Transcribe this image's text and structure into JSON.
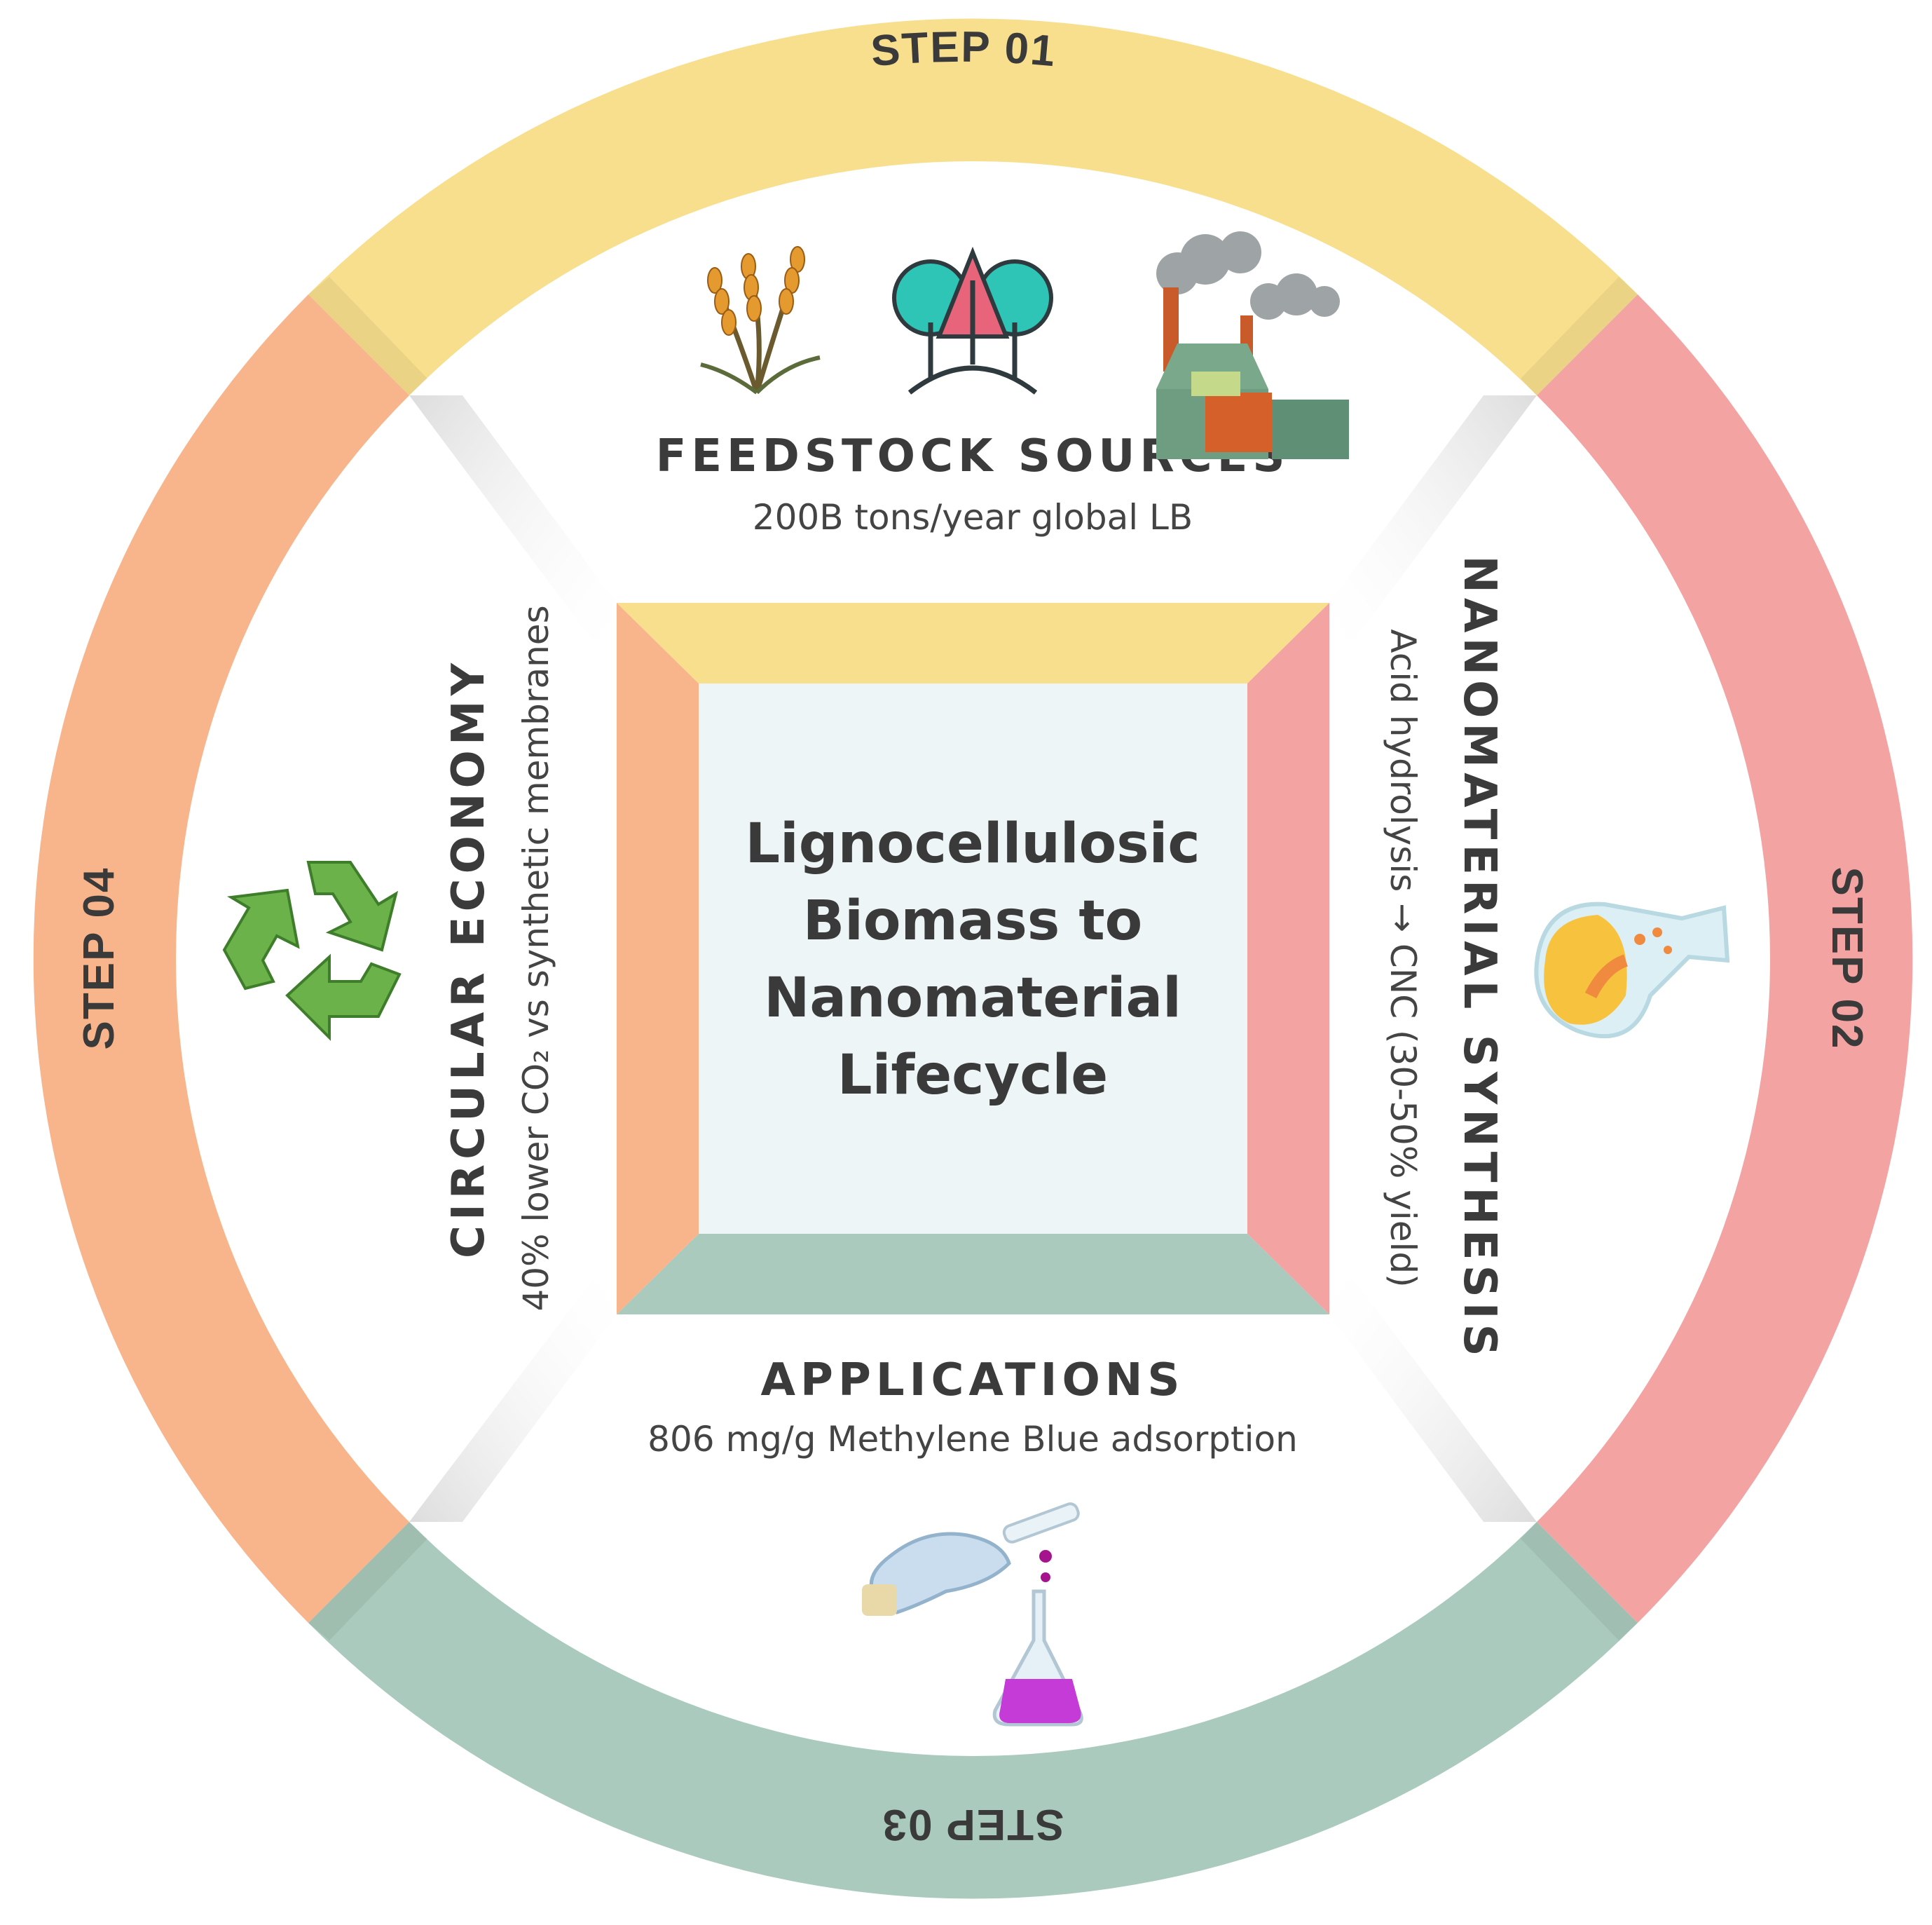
{
  "center": {
    "title_lines": [
      "Lignocellulosic",
      "Biomass to",
      "Nanomaterial",
      "Lifecycle"
    ]
  },
  "steps": [
    {
      "label": "STEP 01",
      "heading": "FEEDSTOCK SOURCES",
      "subtitle": "200B tons/year global LB",
      "color": "#F7DF8D"
    },
    {
      "label": "STEP 02",
      "heading": "NANOMATERIAL SYNTHESIS",
      "subtitle": "Acid hydrolysis → CNC (30-50% yield)",
      "color": "#F4A3A3"
    },
    {
      "label": "STEP 03",
      "heading": "APPLICATIONS",
      "subtitle": "806 mg/g Methylene Blue adsorption",
      "color": "#A9CABC"
    },
    {
      "label": "STEP 04",
      "heading": "CIRCULAR ECONOMY",
      "subtitle": "40% lower CO₂ vs synthetic membranes",
      "color": "#F8B58C"
    }
  ],
  "icons": {
    "feedstock": [
      "wheat-icon",
      "forest-icon",
      "factory-icon"
    ],
    "synthesis": "flask-icon",
    "applications": "pipette-flask-icon",
    "circular": "recycle-icon"
  },
  "colors": {
    "center_box": "#EDF5F6",
    "text": "#3b3b3b"
  }
}
